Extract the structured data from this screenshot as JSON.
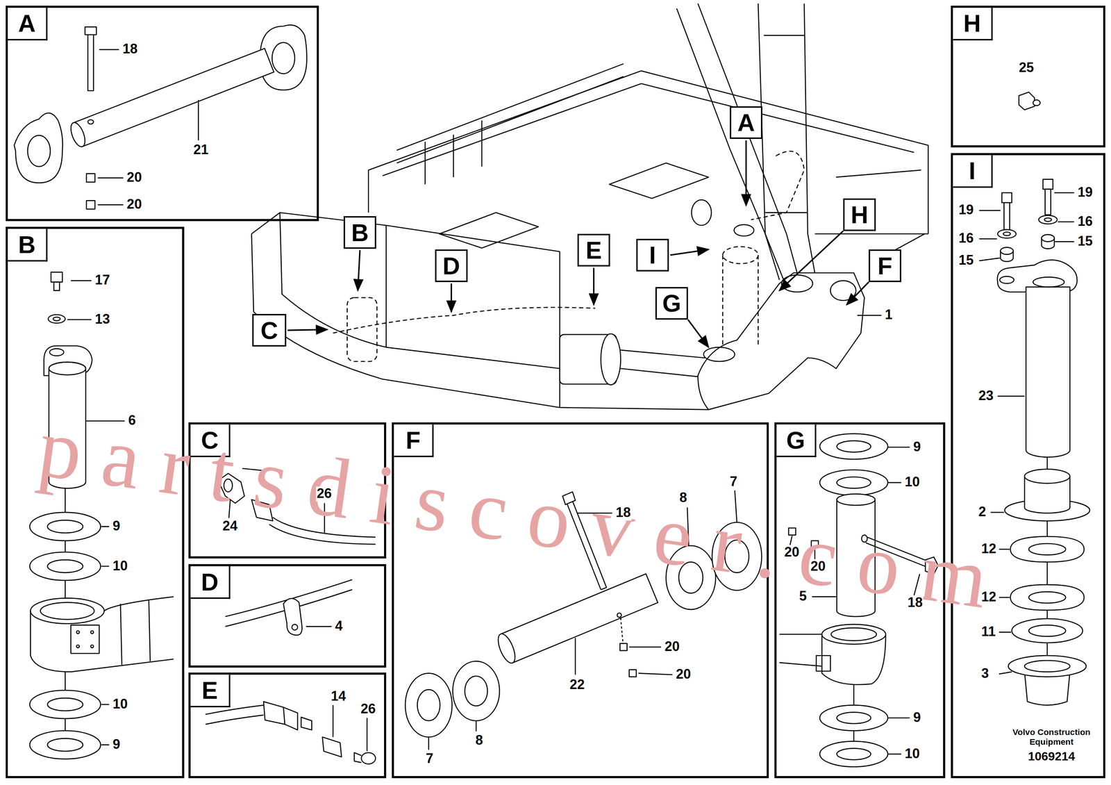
{
  "diagram": {
    "nodes": [
      {
        "text": [
          "A"
        ]
      },
      {
        "text": [
          "B"
        ]
      },
      {
        "text": [
          "C"
        ]
      },
      {
        "text": [
          "D"
        ]
      },
      {
        "text": [
          "E"
        ]
      },
      {
        "text": [
          "F"
        ]
      },
      {
        "text": [
          "G"
        ]
      },
      {
        "text": [
          "H"
        ]
      },
      {
        "text": [
          "I"
        ]
      },
      {
        "text": [
          "A"
        ]
      },
      {
        "text": [
          "B"
        ]
      },
      {
        "text": [
          "C"
        ]
      },
      {
        "text": [
          "D"
        ]
      },
      {
        "text": [
          "E"
        ]
      },
      {
        "text": [
          "F"
        ]
      },
      {
        "text": [
          "G"
        ]
      },
      {
        "text": [
          "H"
        ]
      },
      {
        "text": [
          "I"
        ]
      }
    ],
    "labels": [
      "18",
      "21",
      "20",
      "20",
      "17",
      "13",
      "6",
      "9",
      "10",
      "10",
      "9",
      "24",
      "26",
      "4",
      "14",
      "26",
      "18",
      "8",
      "7",
      "22",
      "20",
      "20",
      "7",
      "8",
      "9",
      "10",
      "20",
      "20",
      "18",
      "5",
      "9",
      "10",
      "25",
      "19",
      "19",
      "16",
      "16",
      "15",
      "15",
      "23",
      "2",
      "12",
      "12",
      "11",
      "3",
      "1",
      "Volvo Construction Equipment",
      "1069214",
      "partsdiscover.com"
    ]
  }
}
